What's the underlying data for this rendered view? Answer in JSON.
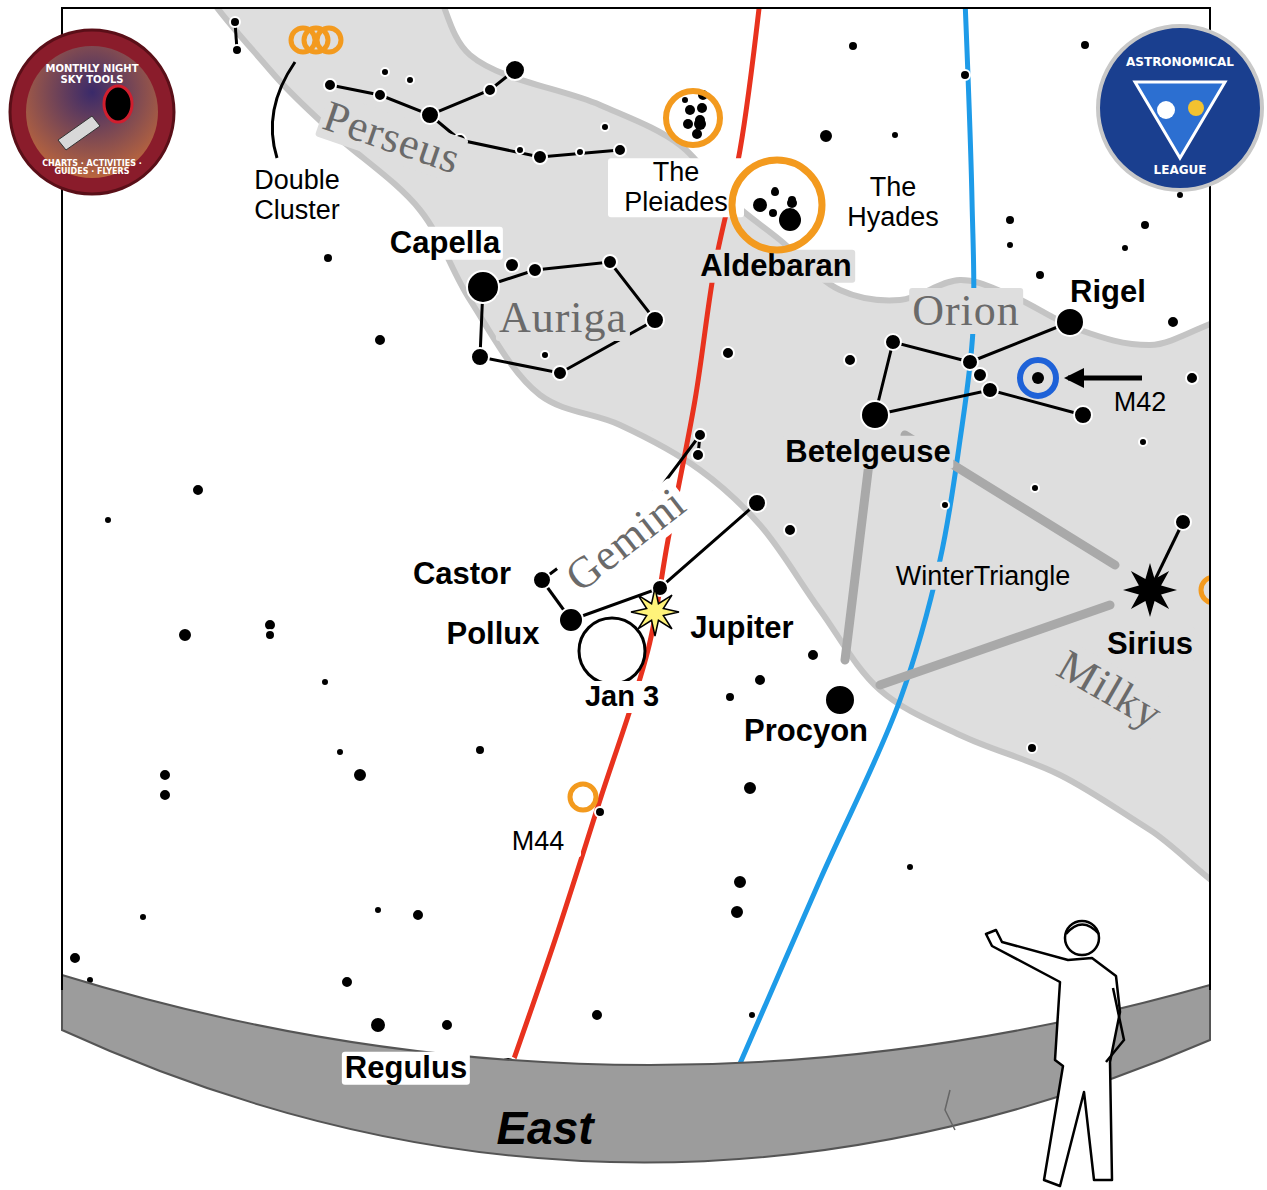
{
  "diagram": {
    "nodes": [
      {
        "text": [
          "Double Cluster"
        ]
      },
      {
        "text": [
          "The Pleiades"
        ]
      },
      {
        "text": [
          "The Hyades"
        ]
      },
      {
        "text": [
          "M42"
        ]
      },
      {
        "text": [
          "Jan 3"
        ]
      },
      {
        "text": [
          "M44"
        ]
      }
    ],
    "labels": [
      "MONTHLY NIGHT SKY TOOLS",
      "CHARTS · ACTIVITIES · GUIDES · FLYERS",
      "ASTRONOMICAL",
      "LEAGUE",
      "Perseus",
      "Capella",
      "Aldebaran",
      "Auriga",
      "Orion",
      "Rigel",
      "Betelgeuse",
      "Gemini",
      "Castor",
      "Pollux",
      "Jupiter",
      "WinterTriangle",
      "Sirius",
      "Procyon",
      "Milky",
      "Regulus",
      "East"
    ]
  }
}
